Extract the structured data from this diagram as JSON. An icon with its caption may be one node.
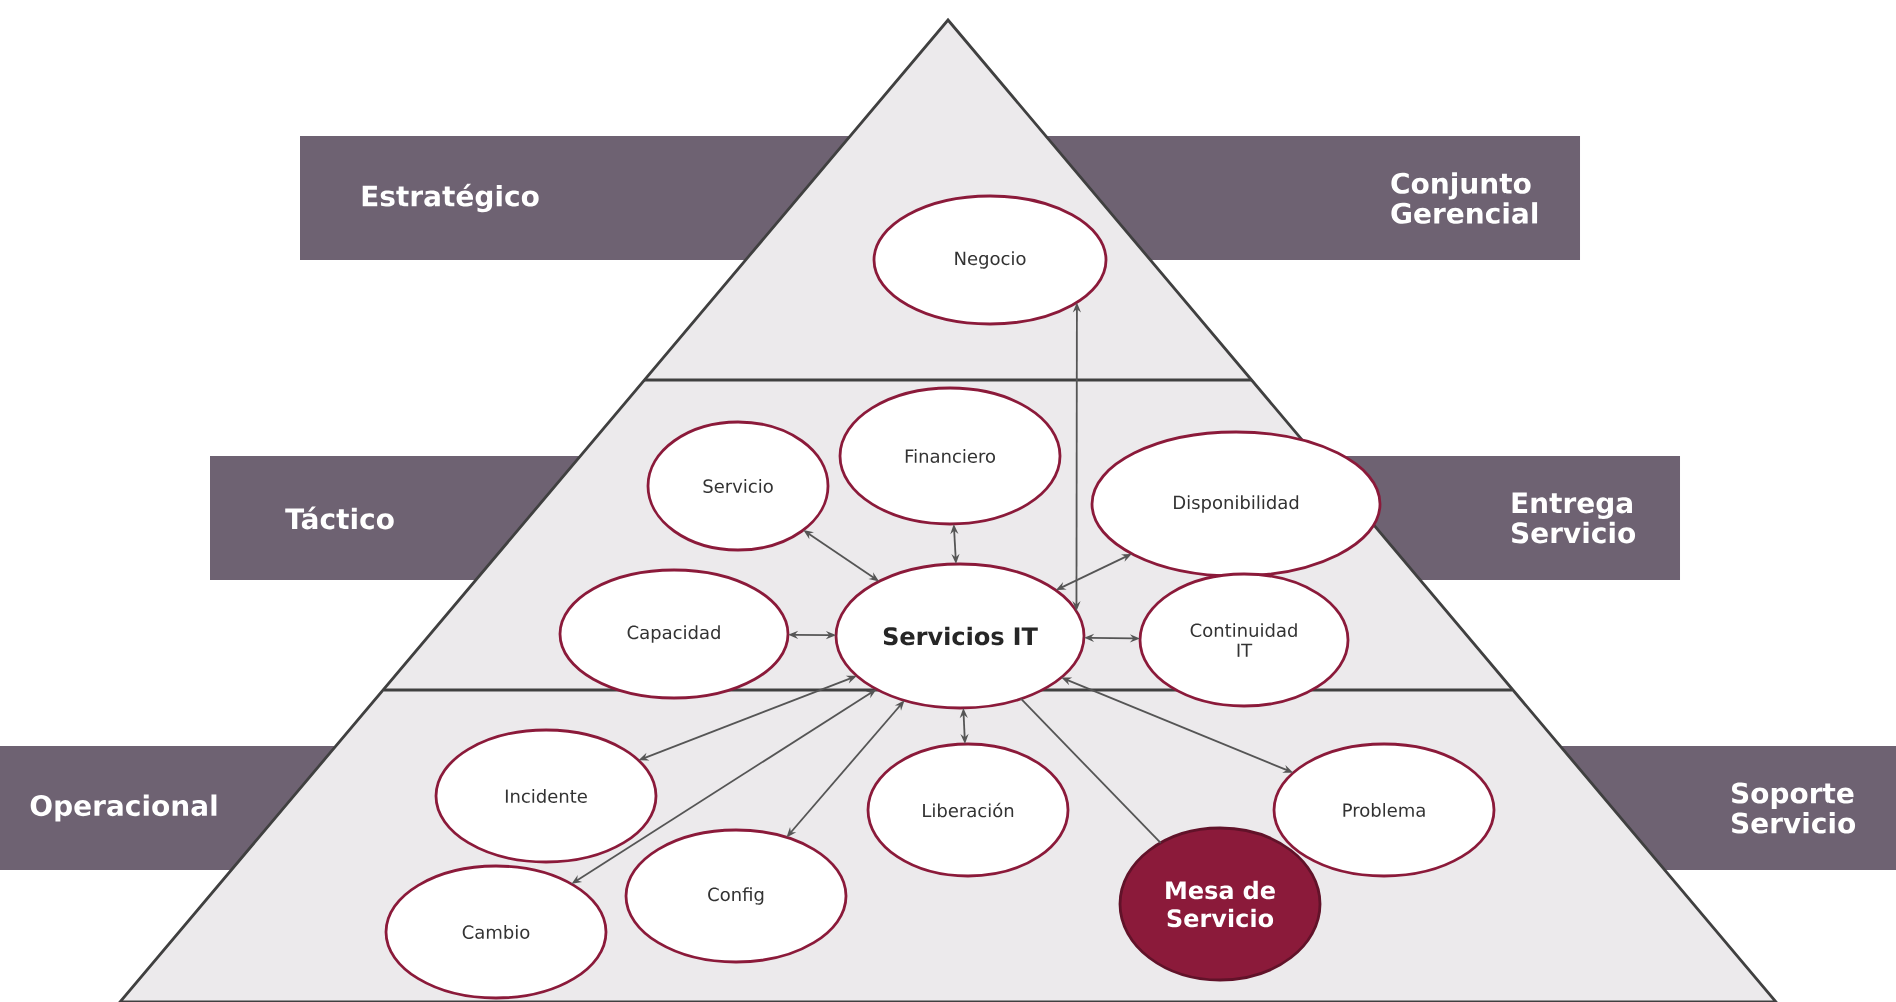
{
  "diagram": {
    "nodes": [
      {
        "text": [
          "Estratégico"
        ]
      },
      {
        "text": [
          "Conjunto Gerencial"
        ]
      },
      {
        "text": [
          "Negocio"
        ]
      },
      {
        "text": [
          "Táctico"
        ]
      },
      {
        "text": [
          "Entrega Servicio"
        ]
      },
      {
        "text": [
          "Servicio"
        ]
      },
      {
        "text": [
          "Financiero"
        ]
      },
      {
        "text": [
          "Disponibilidad"
        ]
      },
      {
        "text": [
          "Capacidad"
        ]
      },
      {
        "text": [
          "Servicios IT"
        ]
      },
      {
        "text": [
          "Continuidad IT"
        ]
      },
      {
        "text": [
          "Operacional"
        ]
      },
      {
        "text": [
          "Soporte Servicio"
        ]
      },
      {
        "text": [
          "Incidente"
        ]
      },
      {
        "text": [
          "Liberación"
        ]
      },
      {
        "text": [
          "Problema"
        ]
      },
      {
        "text": [
          "Config"
        ]
      },
      {
        "text": [
          "Cambio"
        ]
      },
      {
        "text": [
          "Mesa de Servicio"
        ]
      }
    ],
    "edges": [
      {
        "from": 9,
        "to": 2,
        "arrow": "both"
      },
      {
        "from": 5,
        "to": 9,
        "arrow": "both"
      },
      {
        "from": 6,
        "to": 9,
        "arrow": "both"
      },
      {
        "from": 7,
        "to": 9,
        "arrow": "both"
      },
      {
        "from": 8,
        "to": 9,
        "arrow": "both"
      },
      {
        "from": 10,
        "to": 9,
        "arrow": "both"
      },
      {
        "from": 13,
        "to": 9,
        "arrow": "both"
      },
      {
        "from": 17,
        "to": 9,
        "arrow": "both"
      },
      {
        "from": 16,
        "to": 9,
        "arrow": "both"
      },
      {
        "from": 14,
        "to": 9,
        "arrow": "both"
      },
      {
        "from": 9,
        "to": 15,
        "arrow": "both"
      },
      {
        "from": 18,
        "to": 9,
        "arrow": "none"
      }
    ]
  }
}
